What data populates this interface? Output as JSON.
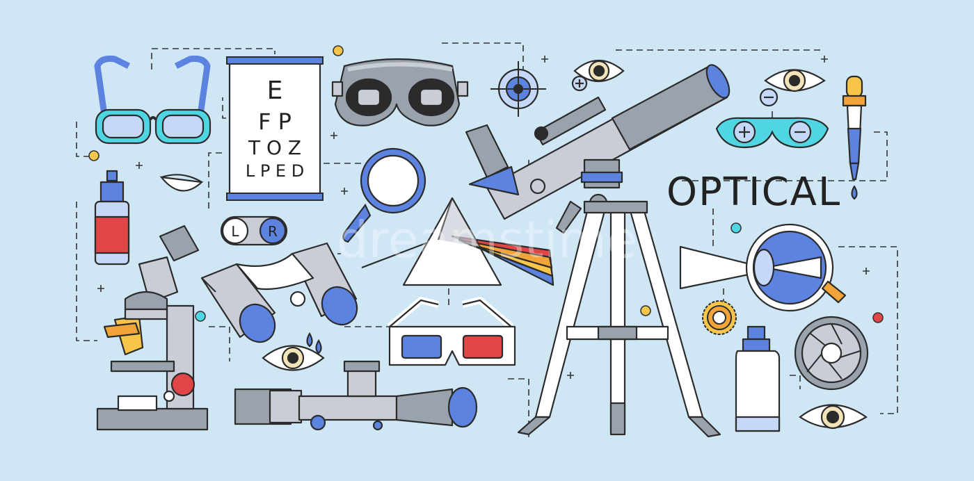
{
  "title": "OPTICAL",
  "eye_chart": {
    "rows": [
      "E",
      "F P",
      "T O Z",
      "L P E D"
    ]
  },
  "lens_case": {
    "left_label": "L",
    "right_label": "R"
  },
  "watermark": "dreamstime",
  "colors": {
    "background": "#cfe6f5",
    "outline": "#2b2b2b",
    "gray": "#9aa3ad",
    "gray_light": "#c9ced6",
    "blue": "#5d83e0",
    "blue_light": "#c6d8f7",
    "cyan": "#4fd6e2",
    "red": "#e24545",
    "orange": "#f2a33a",
    "yellow": "#f7c54a",
    "white": "#ffffff"
  },
  "icons": [
    "glasses-icon",
    "eye-chart-icon",
    "vr-goggles-icon",
    "crosshair-icon",
    "eye-icon",
    "telescope-icon",
    "tripod-icon",
    "magnifier-icon",
    "prism-icon",
    "eye-dropper-icon",
    "test-glasses-icon",
    "eye-drops-bottle-icon",
    "contact-lens-icon",
    "lens-case-icon",
    "microscope-icon",
    "binoculars-icon",
    "3d-glasses-icon",
    "crying-eye-icon",
    "rifle-scope-icon",
    "eyeball-diagram-icon",
    "gear-icon",
    "solution-bottle-icon",
    "aperture-icon"
  ]
}
